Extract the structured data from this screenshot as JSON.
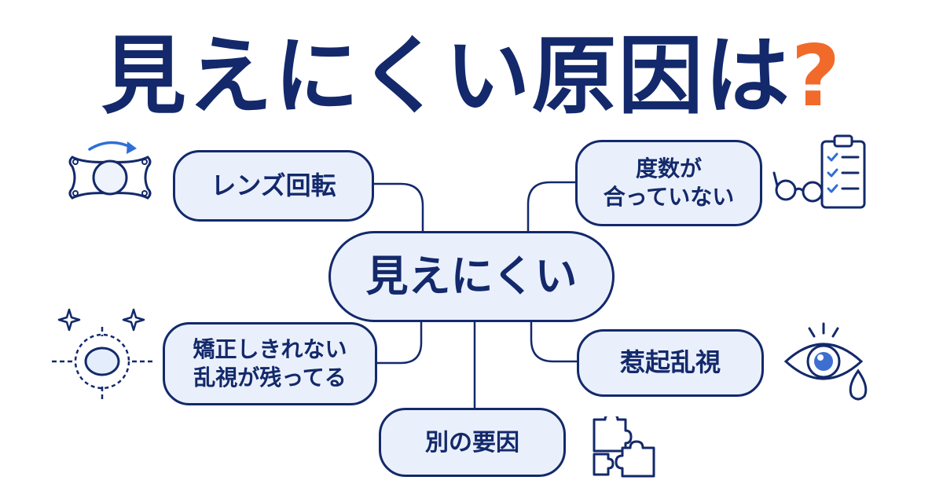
{
  "title": {
    "main": "見えにくい原因は",
    "mark": "?"
  },
  "center": {
    "label": "見えにくい"
  },
  "causes": {
    "lens_rotation": {
      "label": "レンズ回転"
    },
    "power_mismatch": {
      "line1": "度数が",
      "line2": "合っていない"
    },
    "residual_astigmatism": {
      "line1": "矯正しきれない",
      "line2": "乱視が残ってる"
    },
    "irregular_astigmatism": {
      "label": "惹起乱視"
    },
    "other_factor": {
      "label": "別の要因"
    }
  },
  "colors": {
    "navy": "#13296b",
    "orange": "#f26a2a",
    "node_fill": "#eaf0fb",
    "accent_blue": "#2f6fd6"
  },
  "icons": {
    "lens_rotation": "rotating-lens-icon",
    "power_mismatch": "glasses-clipboard-icon",
    "residual_astigmatism": "lens-crosshair-sparkle-icon",
    "irregular_astigmatism": "eye-tear-icon",
    "other_factor": "puzzle-icon"
  }
}
